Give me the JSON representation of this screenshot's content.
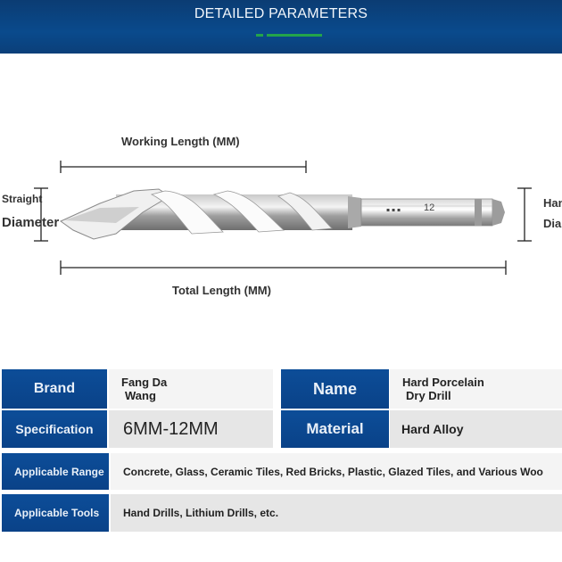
{
  "header": {
    "title": "DETAILED PARAMETERS"
  },
  "diagram": {
    "working_length": "Working Length (MM)",
    "total_length": "Total Length (MM)",
    "straight_label_line1": "Straight",
    "straight_label_line2": "Diameter",
    "handle_label_line1": "Hand",
    "handle_label_line2": "Diam",
    "shank_marking": "12"
  },
  "specs": {
    "brand_label": "Brand",
    "brand_value_line1": "Fang Da",
    "brand_value_line2": "Wang",
    "name_label": "Name",
    "name_value_line1": "Hard Porcelain",
    "name_value_line2": "Dry Drill",
    "specification_label": "Specification",
    "specification_value": "6MM-12MM",
    "material_label": "Material",
    "material_value": "Hard Alloy",
    "range_label": "Applicable Range",
    "range_value": "Concrete, Glass, Ceramic Tiles, Red Bricks, Plastic, Glazed Tiles, and Various Woo",
    "tools_label": "Applicable Tools",
    "tools_value": "Hand Drills, Lithium Drills, etc."
  },
  "colors": {
    "header_blue": "#0b3f7d",
    "label_blue": "#0b4a93",
    "accent_green": "#23a44a"
  }
}
